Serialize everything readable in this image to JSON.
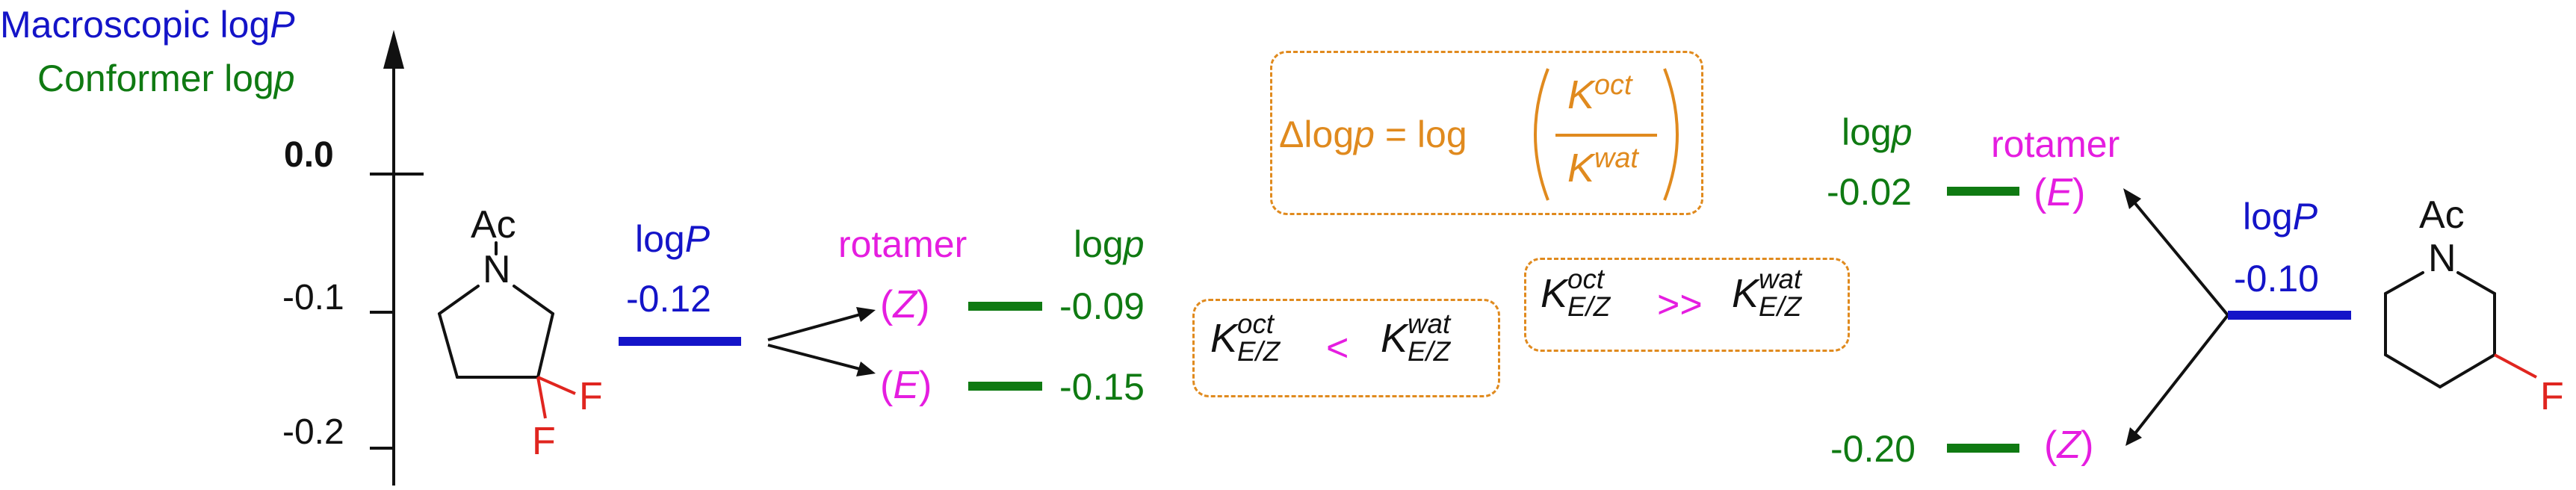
{
  "axis": {
    "title_macro_prefix": "Macroscopic log",
    "title_macro_var": "P",
    "title_conf_prefix": "Conformer log",
    "title_conf_var": "p",
    "ticks": [
      "0.0",
      "-0.1",
      "-0.2"
    ]
  },
  "left_molecule": {
    "ac": "Ac",
    "n": "N",
    "f1": "F",
    "f2": "F",
    "logP_prefix": "log",
    "logP_var": "P",
    "logP_value": "-0.12",
    "rotamer_label": "rotamer",
    "logp_prefix": "log",
    "logp_var": "p",
    "z_label": "Z",
    "e_label": "E",
    "z_value": "-0.09",
    "e_value": "-0.15"
  },
  "formula": {
    "delta_prefix": "Δlog",
    "delta_var": "p",
    "equals_log": " = log",
    "num_K": "K",
    "num_sup": "oct",
    "den_K": "K",
    "den_sup": "wat"
  },
  "ineq1": {
    "K": "K",
    "sup1": "oct",
    "sub1": "E/Z",
    "op": "<",
    "sup2": "wat",
    "sub2": "E/Z"
  },
  "ineq2": {
    "K": "K",
    "sup1": "oct",
    "sub1": "E/Z",
    "op": ">>",
    "sup2": "wat",
    "sub2": "E/Z"
  },
  "right_molecule": {
    "ac": "Ac",
    "n": "N",
    "f": "F",
    "logP_prefix": "log",
    "logP_var": "P",
    "logP_value": "-0.10",
    "rotamer_label": "rotamer",
    "logp_prefix": "log",
    "logp_var": "p",
    "e_label": "E",
    "z_label": "Z",
    "e_value": "-0.02",
    "z_value": "-0.20"
  },
  "colors": {
    "macro": "#1414c8",
    "conformer": "#0f7a12",
    "rotamer": "#e51de0",
    "formula": "#e08a1e",
    "fluorine": "#e0251f"
  }
}
